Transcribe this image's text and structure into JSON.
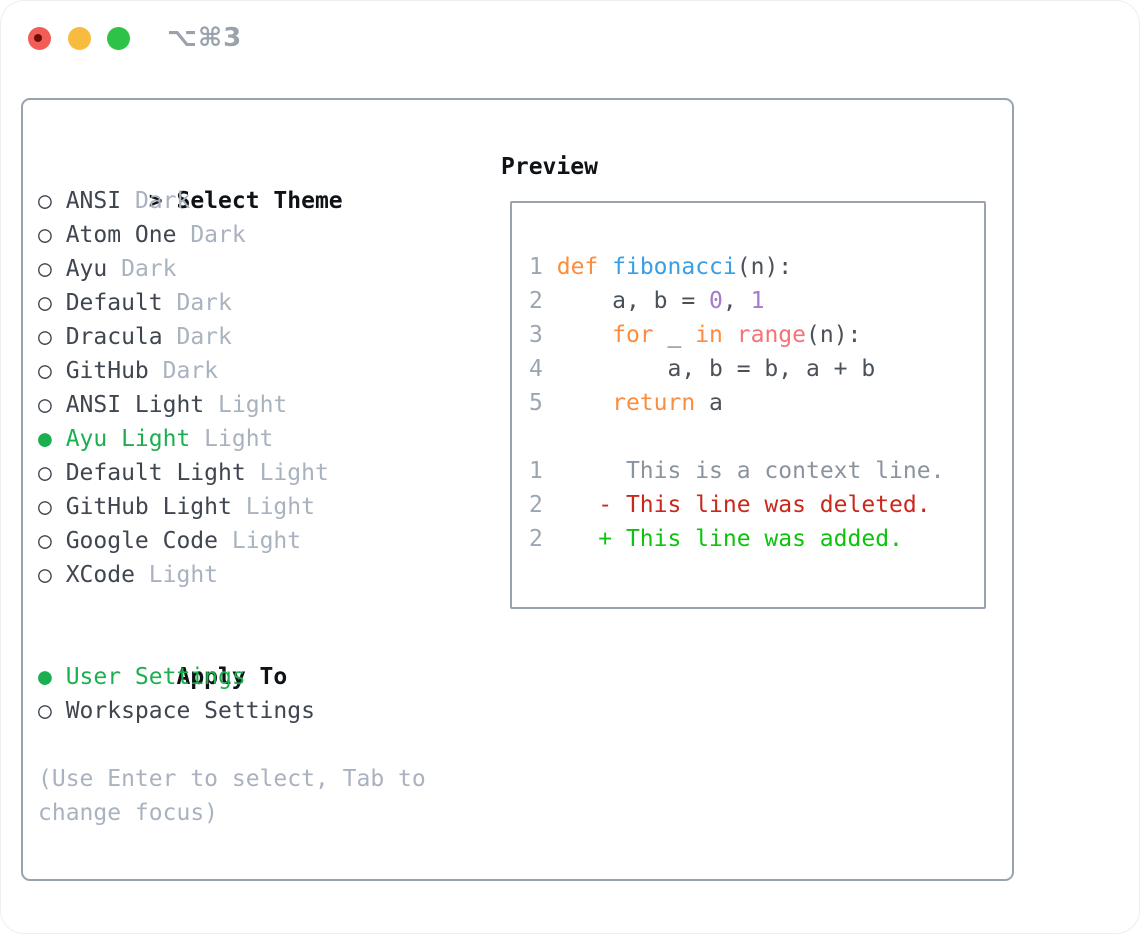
{
  "window": {
    "hotkey": "⌥⌘3"
  },
  "colors": {
    "heading": "#0F1216",
    "list_text": "#3F4650",
    "muted": "#A9B2BF",
    "selected_green": "#1CAF50",
    "panel_border": "#9AA2AF",
    "line_number": "#9CA6B2",
    "code_plain": "#4B5159",
    "keyword_orange": "#FA8D3E",
    "function_blue": "#399EE6",
    "builtin_salmon": "#F37378",
    "constant_purple": "#A37ACC",
    "context_gray": "#8A939E",
    "deleted_red": "#C9281C",
    "added_green": "#0BC40B",
    "traffic_red": "#F25E57",
    "traffic_yellow": "#F7BB40",
    "traffic_green": "#2EC249",
    "hotkey_gray": "#9AA2AC"
  },
  "theme_panel": {
    "title_marker": ">",
    "title": "Select Theme",
    "unselected_marker": "○",
    "selected_marker": "●",
    "themes": [
      {
        "name": "ANSI",
        "variant": "Dark",
        "selected": false
      },
      {
        "name": "Atom One",
        "variant": "Dark",
        "selected": false
      },
      {
        "name": "Ayu",
        "variant": "Dark",
        "selected": false
      },
      {
        "name": "Default",
        "variant": "Dark",
        "selected": false
      },
      {
        "name": "Dracula",
        "variant": "Dark",
        "selected": false
      },
      {
        "name": "GitHub",
        "variant": "Dark",
        "selected": false
      },
      {
        "name": "ANSI Light",
        "variant": "Light",
        "selected": false
      },
      {
        "name": "Ayu Light",
        "variant": "Light",
        "selected": true
      },
      {
        "name": "Default Light",
        "variant": "Light",
        "selected": false
      },
      {
        "name": "GitHub Light",
        "variant": "Light",
        "selected": false
      },
      {
        "name": "Google Code",
        "variant": "Light",
        "selected": false
      },
      {
        "name": "XCode",
        "variant": "Light",
        "selected": false
      }
    ],
    "apply_to": {
      "title": "Apply To",
      "options": [
        {
          "label": "User Settings",
          "selected": true
        },
        {
          "label": "Workspace Settings",
          "selected": false
        }
      ]
    },
    "hint": {
      "line1": "(Use Enter to select, Tab to",
      "line2": "change focus)"
    }
  },
  "preview": {
    "title": "Preview",
    "code_lines": [
      [
        [
          "num",
          "1"
        ],
        [
          "plain",
          " "
        ],
        [
          "kw",
          "def"
        ],
        [
          "plain",
          " "
        ],
        [
          "fn",
          "fibonacci"
        ],
        [
          "plain",
          "(n):"
        ]
      ],
      [
        [
          "num",
          "2"
        ],
        [
          "plain",
          "     a, b = "
        ],
        [
          "const",
          "0"
        ],
        [
          "plain",
          ", "
        ],
        [
          "const",
          "1"
        ]
      ],
      [
        [
          "num",
          "3"
        ],
        [
          "plain",
          "     "
        ],
        [
          "kw",
          "for"
        ],
        [
          "plain",
          " _ "
        ],
        [
          "kw",
          "in"
        ],
        [
          "plain",
          " "
        ],
        [
          "special",
          "range"
        ],
        [
          "plain",
          "(n):"
        ]
      ],
      [
        [
          "num",
          "4"
        ],
        [
          "plain",
          "         a, b = b, a + b"
        ]
      ],
      [
        [
          "num",
          "5"
        ],
        [
          "plain",
          "     "
        ],
        [
          "kw",
          "return"
        ],
        [
          "plain",
          " a"
        ]
      ],
      [],
      [
        [
          "num",
          "1"
        ],
        [
          "plain",
          "      "
        ],
        [
          "ctx",
          "This is a context line."
        ]
      ],
      [
        [
          "num",
          "2"
        ],
        [
          "plain",
          "    "
        ],
        [
          "del",
          "- This line was deleted."
        ]
      ],
      [
        [
          "num",
          "2"
        ],
        [
          "plain",
          "    "
        ],
        [
          "add",
          "+ This line was added."
        ]
      ]
    ]
  }
}
